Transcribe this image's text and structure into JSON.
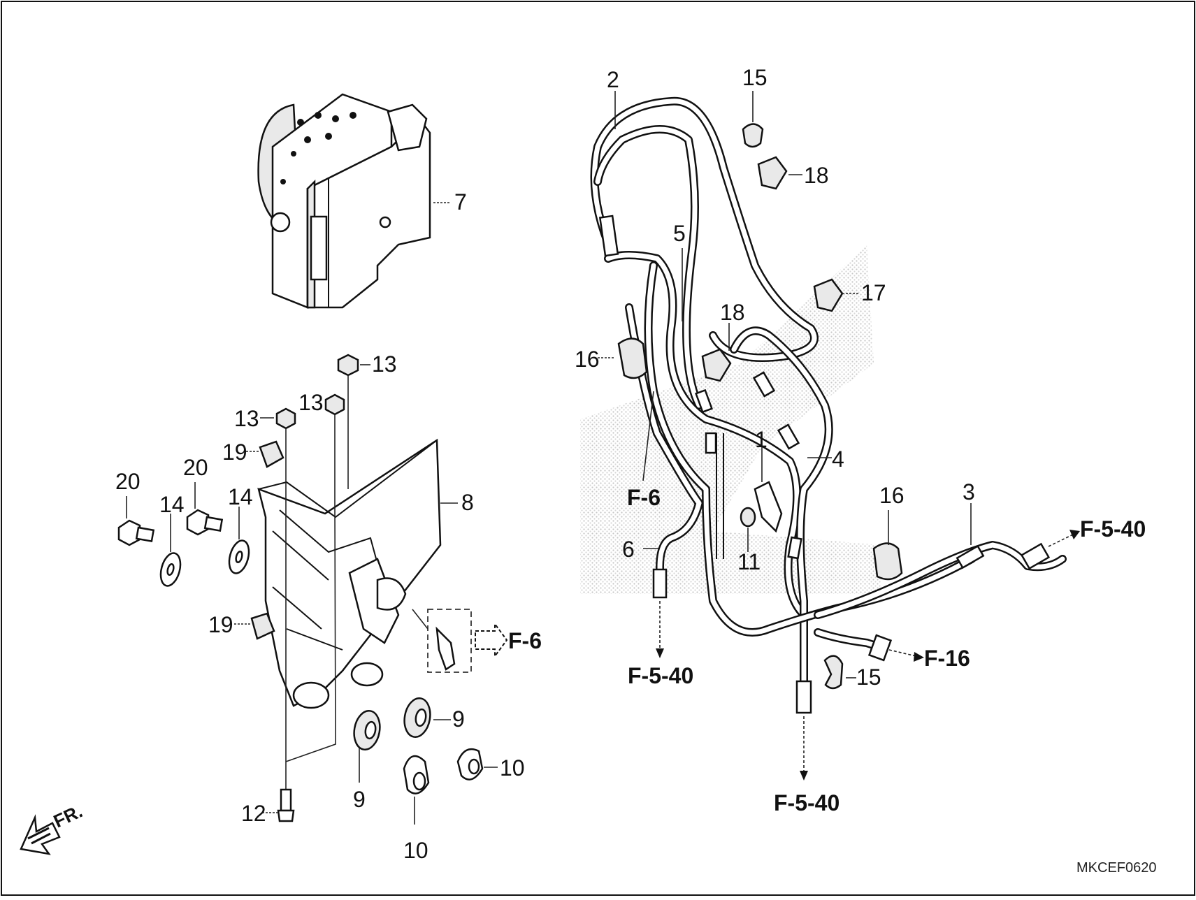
{
  "diagram": {
    "drawing_code": "MKCEF0620",
    "direction_label": "FR.",
    "callouts": {
      "c1": "1",
      "c2": "2",
      "c3": "3",
      "c4": "4",
      "c5": "5",
      "c6": "6",
      "c7": "7",
      "c8": "8",
      "c9a": "9",
      "c9b": "9",
      "c10a": "10",
      "c10b": "10",
      "c11": "11",
      "c12": "12",
      "c13a": "13",
      "c13b": "13",
      "c13c": "13",
      "c14a": "14",
      "c14b": "14",
      "c15a": "15",
      "c15b": "15",
      "c16a": "16",
      "c16b": "16",
      "c17": "17",
      "c18a": "18",
      "c18b": "18",
      "c19a": "19",
      "c19b": "19",
      "c20a": "20",
      "c20b": "20"
    },
    "references": {
      "f6_bracket": "F-6",
      "f6_hose": "F-6",
      "f540_left": "F-5-40",
      "f540_bottom": "F-5-40",
      "f540_right": "F-5-40",
      "f16": "F-16"
    }
  }
}
